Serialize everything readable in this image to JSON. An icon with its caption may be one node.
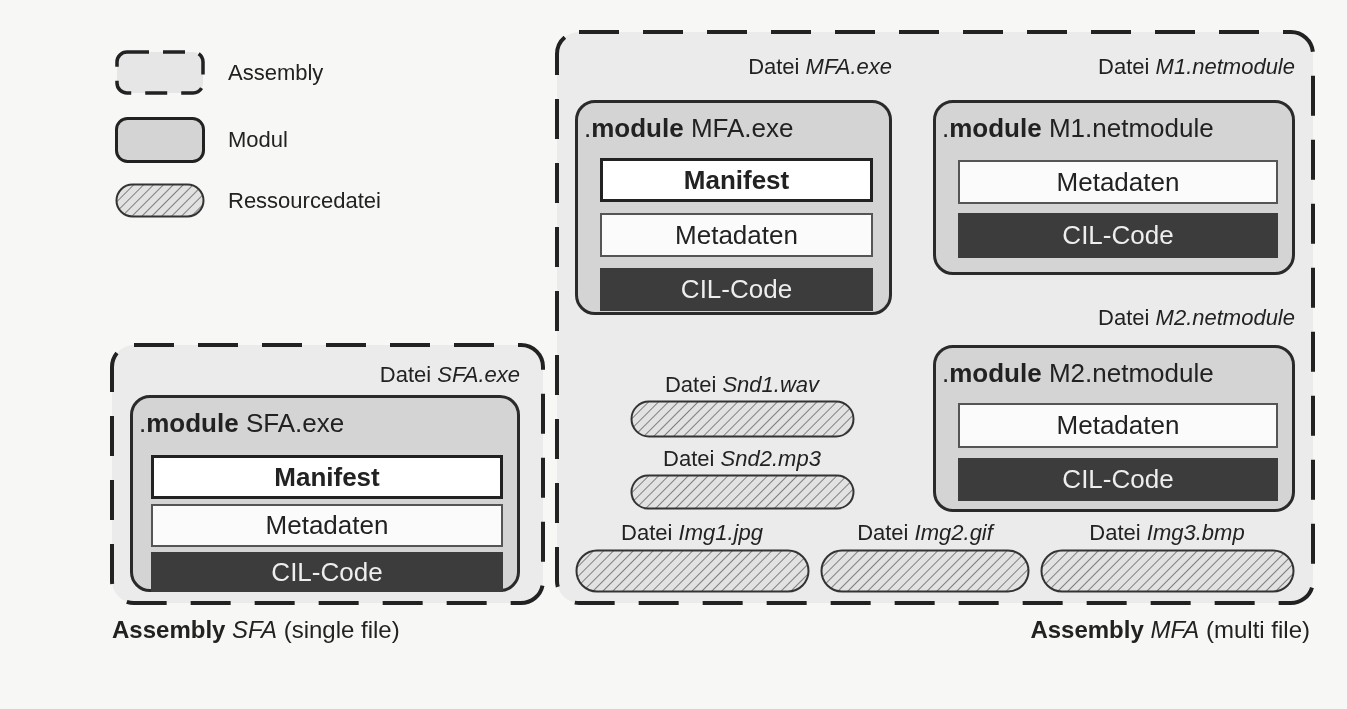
{
  "diagram": {
    "nodes": [
      {
        "text": [
          "**Assembly** *SFA* (single file)"
        ]
      },
      {
        "text": [
          ".**module** SFA.exe"
        ],
        "in": 0,
        "beside": [
          "Datei *SFA.exe*"
        ]
      },
      {
        "text": [
          "Manifest"
        ],
        "in": 1
      },
      {
        "text": [
          "Metadaten"
        ],
        "in": 1
      },
      {
        "text": [
          "CIL-Code"
        ],
        "in": 1
      },
      {
        "text": [
          "**Assembly** *MFA* (multi file)"
        ]
      },
      {
        "text": [
          ".**module** MFA.exe"
        ],
        "in": 5,
        "beside": [
          "Datei *MFA.exe*"
        ]
      },
      {
        "text": [
          "Manifest"
        ],
        "in": 6
      },
      {
        "text": [
          "Metadaten"
        ],
        "in": 6
      },
      {
        "text": [
          "CIL-Code"
        ],
        "in": 6
      },
      {
        "text": [
          ".**module** M1.netmodule"
        ],
        "in": 5,
        "beside": [
          "Datei *M1.netmodule*"
        ]
      },
      {
        "text": [
          "Metadaten"
        ],
        "in": 10
      },
      {
        "text": [
          "CIL-Code"
        ],
        "in": 10
      },
      {
        "text": [
          ".**module** M2.netmodule"
        ],
        "in": 5,
        "beside": [
          "Datei *M2.netmodule*"
        ]
      },
      {
        "text": [
          "Metadaten"
        ],
        "in": 13
      },
      {
        "text": [
          "CIL-Code"
        ],
        "in": 13
      },
      {
        "text": [],
        "shape": "ellipse",
        "in": 5,
        "beside": [
          "Datei *Snd1.wav*"
        ]
      },
      {
        "text": [],
        "shape": "ellipse",
        "in": 5,
        "beside": [
          "Datei *Snd2.mp3*"
        ]
      },
      {
        "text": [],
        "shape": "ellipse",
        "in": 5,
        "beside": [
          "Datei *Img1.jpg*"
        ]
      },
      {
        "text": [],
        "shape": "ellipse",
        "in": 5,
        "beside": [
          "Datei *Img2.gif*"
        ]
      },
      {
        "text": [],
        "shape": "ellipse",
        "in": 5,
        "beside": [
          "Datei *Img3.bmp*"
        ]
      }
    ],
    "edges": [],
    "legend": [
      {
        "text": "Assembly"
      },
      {
        "text": "Modul"
      },
      {
        "text": "Ressourcedatei"
      }
    ]
  }
}
